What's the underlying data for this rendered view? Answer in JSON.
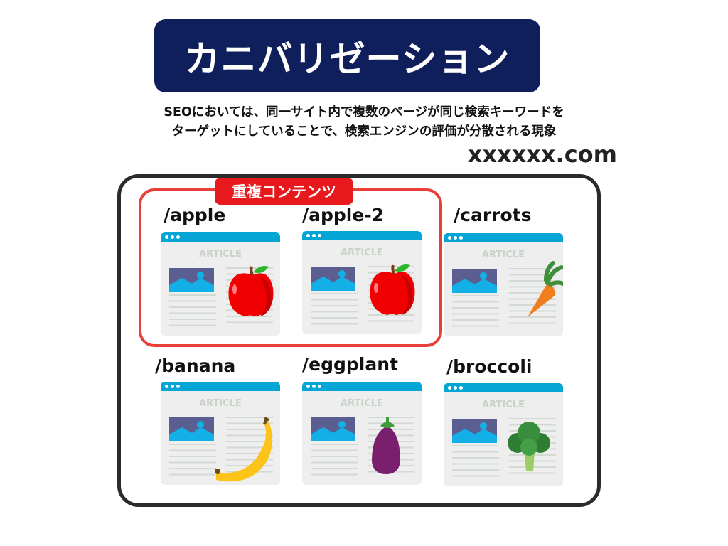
{
  "title": "カニバリゼーション",
  "description": [
    "SEOにおいては、同一サイト内で複数のページが同じ検索キーワードを",
    "ターゲットにしていることで、検索エンジンの評価が分散される現象"
  ],
  "domain": "xxxxxx.com",
  "duplicate_label": "重複コンテンツ",
  "pages": [
    {
      "slug": "/apple",
      "article": "ARTICLE",
      "icon": "apple"
    },
    {
      "slug": "/apple-2",
      "article": "ARTICLE",
      "icon": "apple"
    },
    {
      "slug": "/carrots",
      "article": "ARTICLE",
      "icon": "carrot"
    },
    {
      "slug": "/banana",
      "article": "ARTICLE",
      "icon": "banana"
    },
    {
      "slug": "/eggplant",
      "article": "ARTICLE",
      "icon": "eggplant"
    },
    {
      "slug": "/broccoli",
      "article": "ARTICLE",
      "icon": "broccoli"
    }
  ]
}
